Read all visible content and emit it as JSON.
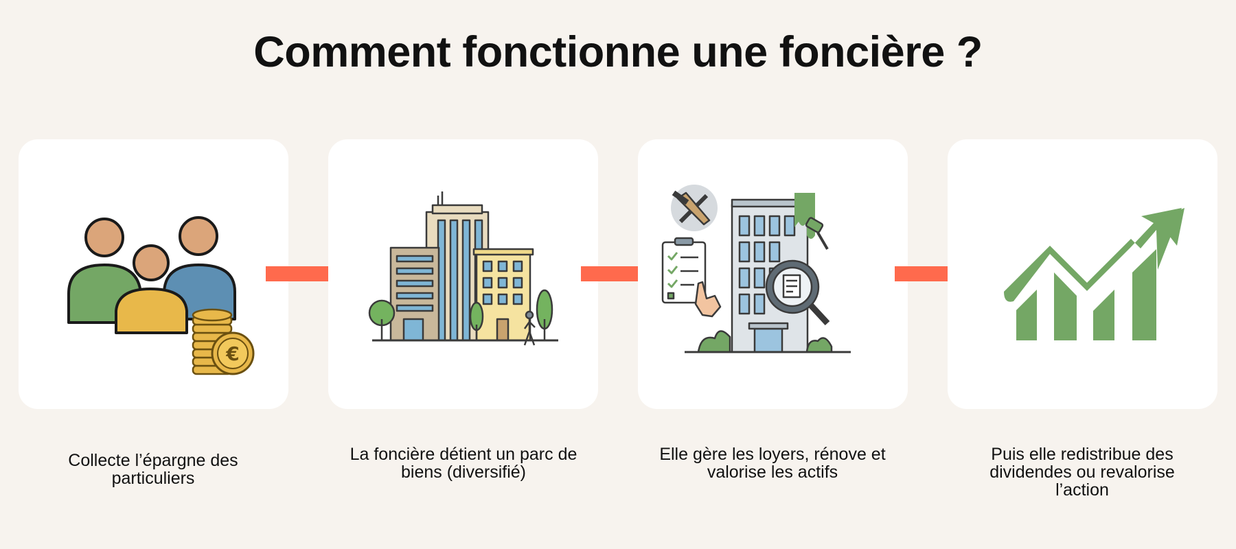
{
  "title": "Comment fonctionne une foncière ?",
  "steps": [
    {
      "icon": "people-savings-icon",
      "caption_lines": [
        "Collecte l’épargne des",
        "particuliers"
      ]
    },
    {
      "icon": "buildings-portfolio-icon",
      "caption_lines": [
        "La foncière détient un parc de",
        "biens (diversifié)"
      ]
    },
    {
      "icon": "property-management-icon",
      "caption_lines": [
        "Elle gère les loyers, rénove et",
        "valorise les actifs"
      ]
    },
    {
      "icon": "growth-chart-icon",
      "caption_lines": [
        "Puis elle redistribue des",
        "dividendes ou revalorise",
        "l’action"
      ]
    }
  ],
  "colors": {
    "background": "#f7f3ee",
    "card": "#ffffff",
    "arrow": "#ff6a4d",
    "green": "#74a765",
    "gold": "#e8b84a",
    "skin": "#dba57a",
    "blue": "#5d8fb3"
  },
  "coin_symbol": "€"
}
